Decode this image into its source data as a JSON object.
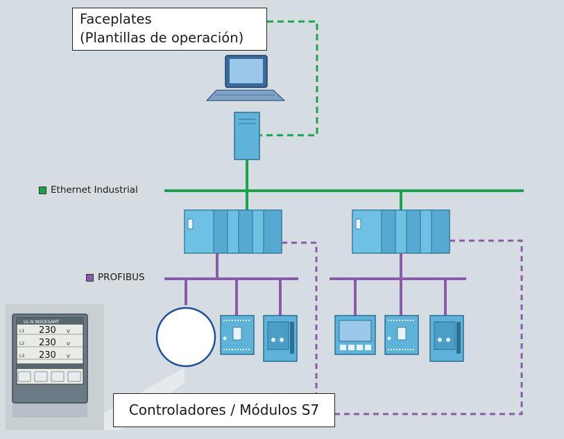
{
  "faceplates": {
    "line1": "Faceplates",
    "line2": "(Plantillas de operación)"
  },
  "controllers_label": "Controladores / Módulos S7",
  "legend": {
    "ethernet": {
      "label": "Ethernet Industrial",
      "color": "#1aa34a"
    },
    "profibus": {
      "label": "PROFIBUS",
      "color": "#8a5aa8"
    }
  },
  "meter_display": {
    "header": "UL-N INSGESAMT",
    "rows": [
      {
        "phase": "L1",
        "value": "230",
        "unit": "V"
      },
      {
        "phase": "L2",
        "value": "230",
        "unit": "V"
      },
      {
        "phase": "L3",
        "value": "230",
        "unit": "V"
      }
    ]
  },
  "colors": {
    "background": "#d6dde2",
    "ethernet_line": "#1aa34a",
    "profibus_line": "#8a5aa8",
    "dashed_link_green": "#1aa34a",
    "dashed_link_purple": "#8a5aa8",
    "device_blue": "#5fb2d8"
  }
}
